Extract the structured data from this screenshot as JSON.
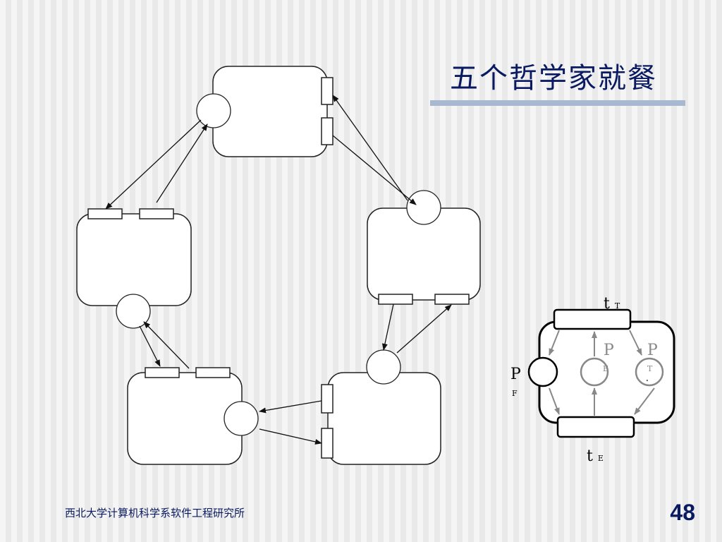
{
  "slide": {
    "title": "五个哲学家就餐",
    "footer": "西北大学计算机科学系软件工程研究所",
    "page_number": "48"
  },
  "petri_net": {
    "transition_top": {
      "main": "t",
      "sub": "T"
    },
    "transition_bottom": {
      "main": "t",
      "sub": "E"
    },
    "place_left": {
      "main": "P",
      "sub": "F"
    },
    "place_mid": {
      "main": "P",
      "sub": "E"
    },
    "place_right": {
      "main": "P",
      "sub": "T"
    },
    "token": "."
  },
  "colors": {
    "title_text": "#0a1a60",
    "title_bar": "#a8b8d0",
    "grey_lines": "#888888"
  }
}
